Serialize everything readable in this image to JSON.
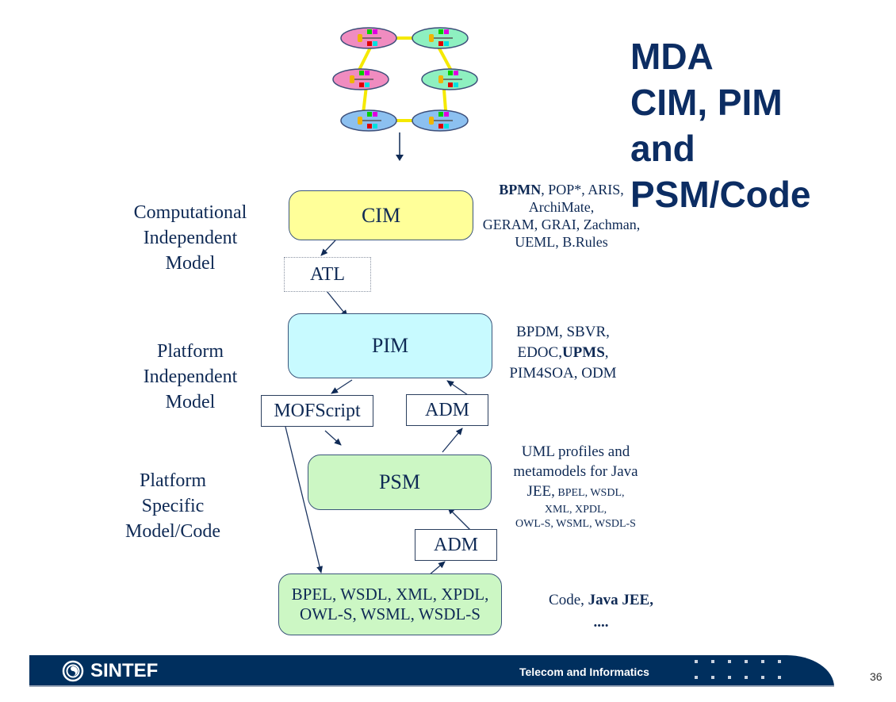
{
  "title": [
    "MDA",
    "CIM, PIM",
    "and",
    "PSM/Code"
  ],
  "levels": [
    {
      "label": [
        "Computational",
        "Independent",
        "Model"
      ]
    },
    {
      "label": [
        "Platform",
        "Independent",
        "Model"
      ]
    },
    {
      "label": [
        "Platform",
        "Specific",
        "Model/Code"
      ]
    }
  ],
  "boxes": {
    "cim": "CIM",
    "pim": "PIM",
    "psm": "PSM",
    "code_line1": "BPEL, WSDL, XML, XPDL,",
    "code_line2": "OWL-S, WSML, WSDL-S"
  },
  "transforms": {
    "atl": "ATL",
    "mofscript": "MOFScript",
    "adm_pim": "ADM",
    "adm_psm": "ADM"
  },
  "notes": {
    "cim": {
      "bold": "BPMN",
      "rest": ", POP*, ARIS,",
      "line2": "ArchiMate,",
      "line3": "GERAM, GRAI, Zachman,",
      "line4": "UEML, B.Rules"
    },
    "pim": {
      "line1": "BPDM, SBVR,",
      "line2_a": "EDOC,",
      "line2_bold": "UPMS",
      "line2_b": ",",
      "line3": "PIM4SOA, ODM"
    },
    "psm": {
      "line1": "UML profiles and",
      "line2": "metamodels for Java",
      "line3_big": "JEE,",
      "line3_small": " BPEL, WSDL,",
      "line4": "XML, XPDL,",
      "line5": "OWL-S, WSML, WSDL-S"
    },
    "code": {
      "a": "Code, ",
      "bold": "Java JEE,",
      "line2": "...."
    }
  },
  "network_icon": {
    "nodes": [
      {
        "color": "#f08cc0"
      },
      {
        "color": "#8ef0c0"
      },
      {
        "color": "#f08cc0"
      },
      {
        "color": "#8ef0c0"
      },
      {
        "color": "#8cc0f0"
      },
      {
        "color": "#8cc0f0"
      }
    ],
    "link_color": "#f5e900"
  },
  "colors": {
    "cim_fill": "#ffff99",
    "pim_fill": "#c8faff",
    "psm_fill": "#ccf7c4",
    "text": "#0f2a55",
    "footer": "#002f5e"
  },
  "footer": {
    "logo_text": "SINTEF",
    "department": "Telecom and Informatics",
    "page_number": "36"
  }
}
